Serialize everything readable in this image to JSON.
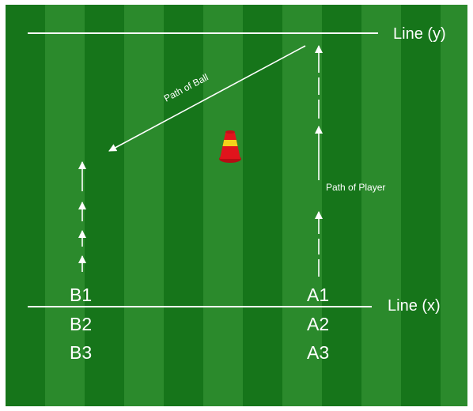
{
  "lines": {
    "top_label": "Line (y)",
    "bottom_label": "Line (x)"
  },
  "paths": {
    "ball_label": "Path of Ball",
    "player_label": "Path of Player"
  },
  "players": {
    "b": [
      "B1",
      "B2",
      "B3"
    ],
    "a": [
      "A1",
      "A2",
      "A3"
    ]
  },
  "colors": {
    "pitch_dark": "#16751a",
    "pitch_light": "#2b8a2c",
    "cone_red": "#e0141c",
    "cone_yellow": "#f4d21a"
  }
}
